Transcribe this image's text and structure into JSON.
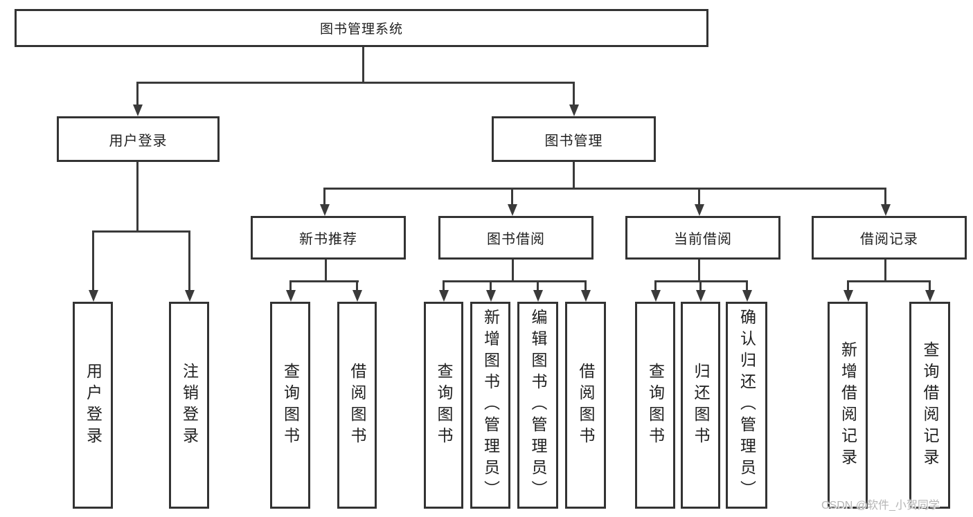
{
  "diagram": {
    "root": {
      "label": "图书管理系统"
    },
    "branches": [
      {
        "label": "用户登录",
        "children": [
          {
            "label": "用户登录"
          },
          {
            "label": "注销登录"
          }
        ]
      },
      {
        "label": "图书管理",
        "children": [
          {
            "label": "新书推荐",
            "children": [
              {
                "label": "查询图书"
              },
              {
                "label": "借阅图书"
              }
            ]
          },
          {
            "label": "图书借阅",
            "children": [
              {
                "label": "查询图书"
              },
              {
                "label": "新增图书（管理员）"
              },
              {
                "label": "编辑图书（管理员）"
              },
              {
                "label": "借阅图书"
              }
            ]
          },
          {
            "label": "当前借阅",
            "children": [
              {
                "label": "查询图书"
              },
              {
                "label": "归还图书"
              },
              {
                "label": "确认归还（管理员）"
              }
            ]
          },
          {
            "label": "借阅记录",
            "children": [
              {
                "label": "新增借阅记录"
              },
              {
                "label": "查询借阅记录"
              }
            ]
          }
        ]
      }
    ]
  },
  "watermark": {
    "text": "CSDN @软件_小贺同学"
  },
  "colors": {
    "line": "#3a3a3a",
    "border": "#333333",
    "text": "#1f1f1f",
    "watermark": "#b5b5b5",
    "background": "#ffffff"
  }
}
